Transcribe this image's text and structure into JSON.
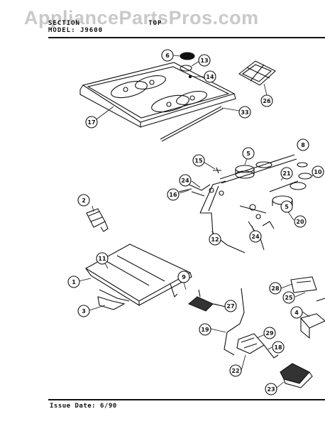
{
  "watermark": "AppliancePartsPros.com",
  "header": {
    "section_label": "SECTION",
    "section_value": "TOP",
    "model_label": "MODEL:",
    "model_value": "J9600"
  },
  "footer": {
    "issue_date": "Issue Date: 6/90"
  },
  "callouts": {
    "c6": "6",
    "c13": "13",
    "c14": "14",
    "c26": "26",
    "c17": "17",
    "c33": "33",
    "c8": "8",
    "c15": "15",
    "c5a": "5",
    "c21": "21",
    "c10": "10",
    "c2": "2",
    "c24a": "24",
    "c16": "16",
    "c5b": "5",
    "c20": "20",
    "c12": "12",
    "c24b": "24",
    "c11": "11",
    "c1": "1",
    "c9": "9",
    "c27": "27",
    "c3": "3",
    "c28": "28",
    "c25": "25",
    "c4": "4",
    "c19": "19",
    "c29": "29",
    "c18": "18",
    "c22": "22",
    "c23": "23"
  }
}
